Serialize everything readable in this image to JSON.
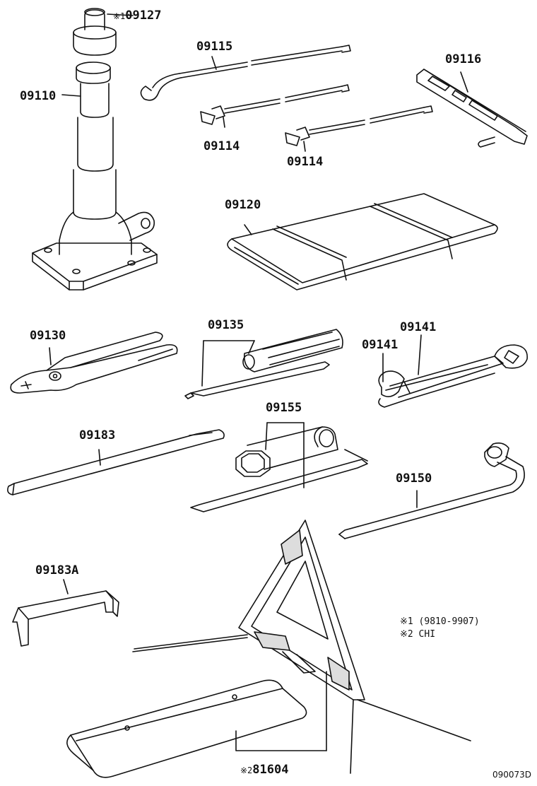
{
  "parts": {
    "p09127": {
      "mark": "※1",
      "number": "09127"
    },
    "p09110": {
      "number": "09110"
    },
    "p09115": {
      "number": "09115"
    },
    "p09116": {
      "number": "09116"
    },
    "p09114a": {
      "number": "09114"
    },
    "p09114b": {
      "number": "09114"
    },
    "p09120": {
      "number": "09120"
    },
    "p09130": {
      "number": "09130"
    },
    "p09135": {
      "number": "09135"
    },
    "p09141a": {
      "number": "09141"
    },
    "p09141b": {
      "number": "09141"
    },
    "p09155": {
      "number": "09155"
    },
    "p09183": {
      "number": "09183"
    },
    "p09150": {
      "number": "09150"
    },
    "p09183A": {
      "number": "09183A"
    },
    "p81604": {
      "mark": "※2",
      "number": "81604"
    }
  },
  "notes": {
    "note1": "※1 (9810-9907)",
    "note2": "※2 CHI"
  },
  "diagram_code": "090073D"
}
